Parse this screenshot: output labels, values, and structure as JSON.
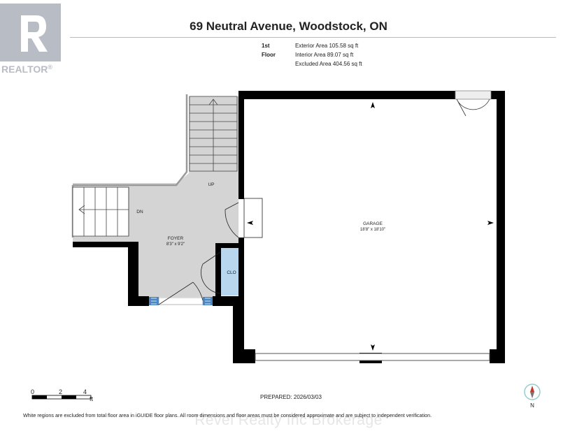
{
  "logo": {
    "icon": "realtor-r-logo-icon",
    "text": "REALTOR",
    "reg": "®",
    "color": "#b8bcc4"
  },
  "title": "69 Neutral Avenue, Woodstock, ON",
  "floor": {
    "label": "1st Floor",
    "exterior_area": "Exterior Area 105.58 sq ft",
    "interior_area": "Interior Area 89.07 sq ft",
    "excluded_area": "Excluded Area 404.56 sq ft"
  },
  "rooms": {
    "foyer": {
      "name": "FOYER",
      "dims": "8'3\" x 9'2\""
    },
    "garage": {
      "name": "GARAGE",
      "dims": "18'8\" x 18'10\""
    },
    "closet": {
      "name": "CLO"
    },
    "stairs_up": "UP",
    "stairs_down": "DN"
  },
  "scale": {
    "labels": [
      "0",
      "2",
      "4"
    ],
    "unit": "ft"
  },
  "prepared": "PREPARED: 2026/03/03",
  "disclaimer": "White regions are excluded from total floor area in iGUIDE floor plans. All room dimensions and floor areas must be considered approximate and are subject to independent verification.",
  "watermark": "Revel Realty Inc Brokerage",
  "compass": {
    "icon": "north-compass-icon",
    "label": "N"
  },
  "colors": {
    "wall": "#000000",
    "floor_fill": "#d4d4d4",
    "closet_fill": "#b8d7ef",
    "window": "#4a86c2"
  }
}
